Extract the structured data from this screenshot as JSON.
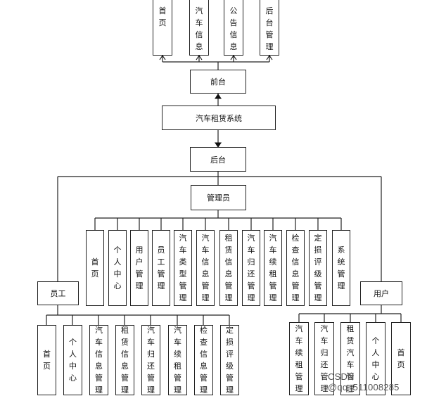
{
  "front": {
    "items": [
      "首页",
      "汽车信息",
      "公告信息",
      "后台管理"
    ],
    "label": "前台"
  },
  "system": {
    "label": "汽车租赁系统"
  },
  "back": {
    "label": "后台"
  },
  "admin": {
    "label": "管理员",
    "items": [
      "首页",
      "个人中心",
      "用户管理",
      "员工管理",
      "汽车类型管理",
      "汽车信息管理",
      "租赁信息管理",
      "汽车归还管理",
      "汽车续租管理",
      "检查信息管理",
      "定损评级管理",
      "系统管理"
    ]
  },
  "staff": {
    "label": "员工",
    "items": [
      "首页",
      "个人中心",
      "汽车信息管理",
      "租赁信息管理",
      "汽车归还管理",
      "汽车续租管理",
      "检查信息管理",
      "定损评级管理"
    ]
  },
  "user": {
    "label": "用户",
    "items": [
      "汽车续租管理",
      "汽车归还管理",
      "租赁汽车管理",
      "个人中心",
      "首页"
    ]
  },
  "watermark": "CSDN @qq_511008285"
}
